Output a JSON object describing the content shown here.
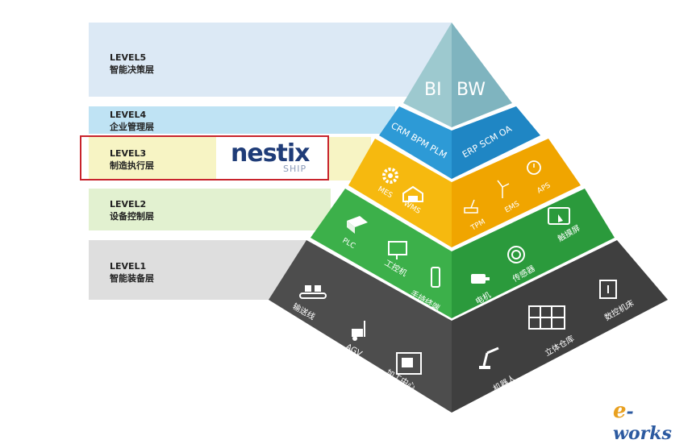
{
  "levels": [
    {
      "code": "LEVEL5",
      "name": "智能决策层"
    },
    {
      "code": "LEVEL4",
      "name": "企业管理层"
    },
    {
      "code": "LEVEL3",
      "name": "制造执行层"
    },
    {
      "code": "LEVEL2",
      "name": "设备控制层"
    },
    {
      "code": "LEVEL1",
      "name": "智能装备层"
    }
  ],
  "pyramid": {
    "tier5": {
      "left": "BI",
      "right": "BW"
    },
    "tier4": {
      "left": "CRM BPM PLM",
      "right": "ERP SCM OA"
    },
    "tier3": {
      "items": [
        "MES",
        "WMS",
        "TPM",
        "EMS",
        "APS"
      ]
    },
    "tier2": {
      "items": [
        "PLC",
        "工控机",
        "手持终端",
        "电机",
        "传感器",
        "触摸屏"
      ]
    },
    "tier1": {
      "items": [
        "输送线",
        "AGV",
        "加工中心",
        "机器人",
        "立体仓库",
        "数控机床"
      ]
    }
  },
  "nestix_logo": {
    "word": "nestix",
    "sub": "SHIP"
  },
  "watermark": {
    "e": "e",
    "rest": "-works"
  },
  "colors": {
    "band5": "#dce9f5",
    "band4": "#bfe3f4",
    "band3": "#f7f4c4",
    "band2": "#e2f1d0",
    "band1": "#dedede",
    "tier5_left": "#9dc9cf",
    "tier5_right": "#7fb4bf",
    "tier4_left": "#2d9ad6",
    "tier4_right": "#1f86c4",
    "tier3_left": "#f6b90f",
    "tier3_right": "#f0a500",
    "tier2_left": "#3cb04a",
    "tier2_right": "#2b9a3c",
    "tier1_left": "#4d4d4d",
    "tier1_right": "#3f3f3f",
    "highlight": "#c8232c"
  }
}
